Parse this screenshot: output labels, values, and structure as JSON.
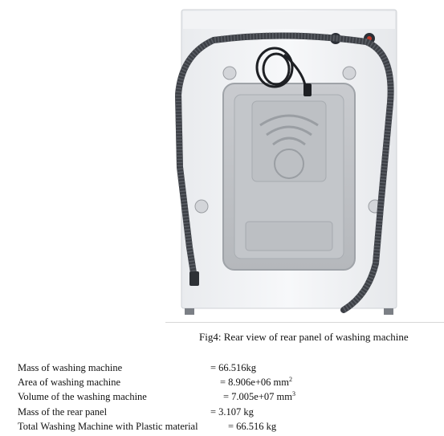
{
  "caption": "Fig4: Rear view of rear panel of washing machine",
  "specs": [
    {
      "label": "Mass of washing machine",
      "value": "= 66.516kg",
      "sup": ""
    },
    {
      "label": "Area of washing machine",
      "value": "= 8.906e+06 mm",
      "sup": "2"
    },
    {
      "label": "Volume of the washing machine",
      "value": "= 7.005e+07 mm",
      "sup": "3"
    },
    {
      "label": "Mass of the rear panel",
      "value": "= 3.107 kg",
      "sup": ""
    },
    {
      "label": "Total Washing Machine with Plastic material",
      "value": "= 66.516 kg",
      "sup": ""
    }
  ]
}
